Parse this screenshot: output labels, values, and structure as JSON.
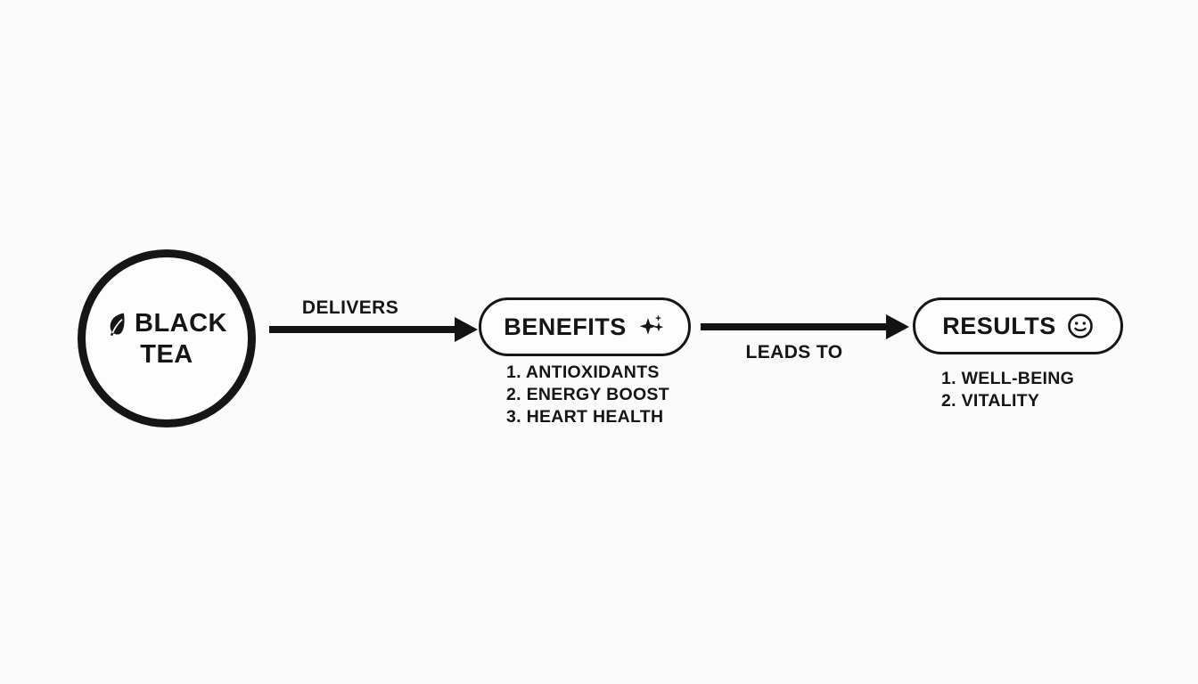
{
  "colors": {
    "ink": "#151515",
    "background": "#fbfbfb"
  },
  "diagram": {
    "source": {
      "icon": "leaf-icon",
      "title_line1": "BLACK",
      "title_line2": "TEA"
    },
    "arrow1": {
      "label": "DELIVERS"
    },
    "benefits": {
      "title": "BENEFITS",
      "icon": "sparkles-icon",
      "items": [
        "1. ANTIOXIDANTS",
        "2. ENERGY BOOST",
        "3. HEART HEALTH"
      ]
    },
    "arrow2": {
      "label": "LEADS TO"
    },
    "results": {
      "title": "RESULTS",
      "icon": "smiley-icon",
      "items": [
        "1. WELL-BEING",
        "2. VITALITY"
      ]
    }
  }
}
